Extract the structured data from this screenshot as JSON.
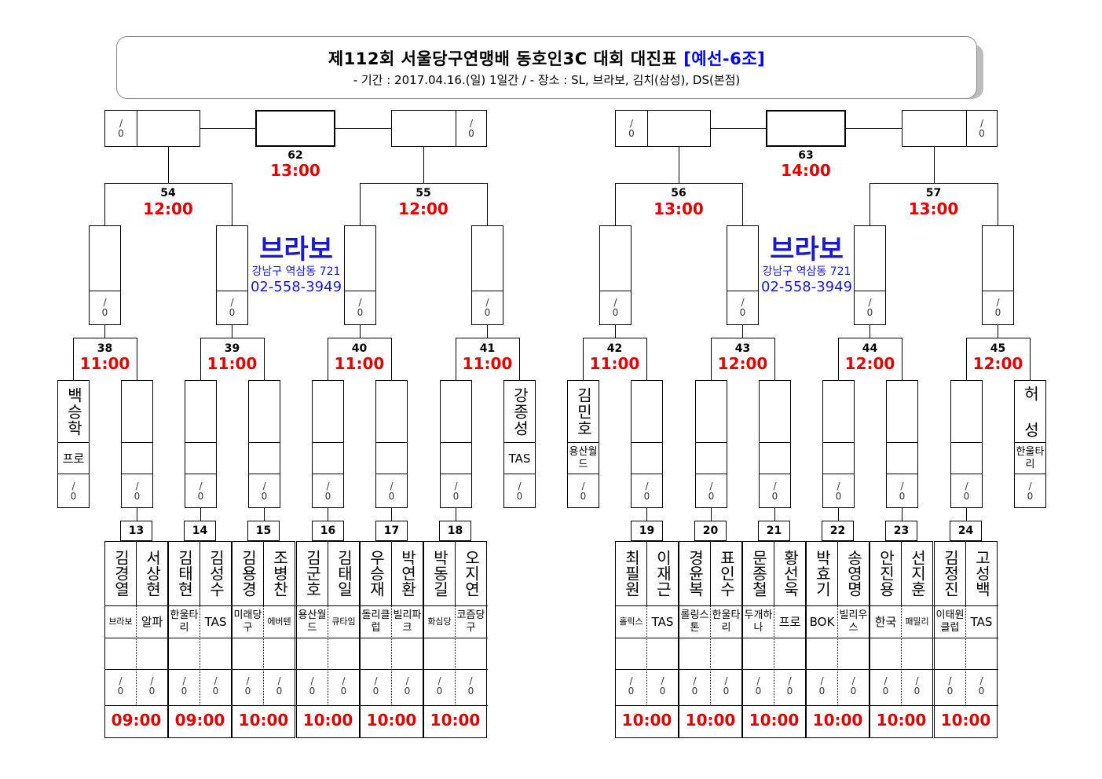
{
  "header": {
    "title_main": "제112회 서울당구연맹배 동호인3C 대회 대진표",
    "title_tag": "[예선-6조]",
    "subtitle": "- 기간 : 2017.04.16.(일) 1일간 / - 장소 : SL, 브라보, 김치(삼성), DS(본점)"
  },
  "score_placeholder": "/ 0",
  "venues": [
    {
      "name": "브라보",
      "address": "강남구 역삼동 721",
      "phone": "02-558-3949"
    },
    {
      "name": "브라보",
      "address": "강남구 역삼동 721",
      "phone": "02-558-3949"
    }
  ],
  "finals": [
    {
      "match": "62",
      "time": "13:00"
    },
    {
      "match": "63",
      "time": "14:00"
    }
  ],
  "semis": [
    {
      "match": "54",
      "time": "12:00"
    },
    {
      "match": "55",
      "time": "12:00"
    },
    {
      "match": "56",
      "time": "13:00"
    },
    {
      "match": "57",
      "time": "13:00"
    }
  ],
  "quarters": [
    {
      "match": "38",
      "time": "11:00"
    },
    {
      "match": "39",
      "time": "11:00"
    },
    {
      "match": "40",
      "time": "11:00"
    },
    {
      "match": "41",
      "time": "11:00"
    },
    {
      "match": "42",
      "time": "11:00"
    },
    {
      "match": "43",
      "time": "12:00"
    },
    {
      "match": "44",
      "time": "12:00"
    },
    {
      "match": "45",
      "time": "12:00"
    }
  ],
  "seeds": [
    {
      "name": "백승학",
      "club": "프로"
    },
    {
      "name": "강종성",
      "club": "TAS"
    },
    {
      "name": "김민호",
      "club": "용산월드"
    },
    {
      "name": "허 성",
      "club": "한울타리"
    }
  ],
  "first_round": [
    {
      "match": "13",
      "time": "09:00",
      "p1": {
        "name": "김경열",
        "club": "브라보"
      },
      "p2": {
        "name": "서상현",
        "club": "알파"
      }
    },
    {
      "match": "14",
      "time": "09:00",
      "p1": {
        "name": "김태현",
        "club": "한울타리"
      },
      "p2": {
        "name": "김성수",
        "club": "TAS"
      }
    },
    {
      "match": "15",
      "time": "10:00",
      "p1": {
        "name": "김용경",
        "club": "미래당구"
      },
      "p2": {
        "name": "조병찬",
        "club": "에버텐"
      }
    },
    {
      "match": "16",
      "time": "10:00",
      "p1": {
        "name": "김군호",
        "club": "용산월드"
      },
      "p2": {
        "name": "김태일",
        "club": "큐타임"
      }
    },
    {
      "match": "17",
      "time": "10:00",
      "p1": {
        "name": "우승재",
        "club": "돌리클럽"
      },
      "p2": {
        "name": "박연환",
        "club": "빌리파크"
      }
    },
    {
      "match": "18",
      "time": "10:00",
      "p1": {
        "name": "박동길",
        "club": "화심당"
      },
      "p2": {
        "name": "오지연",
        "club": "코즘당구"
      }
    },
    {
      "match": "19",
      "time": "10:00",
      "p1": {
        "name": "최필원",
        "club": "홀릭스"
      },
      "p2": {
        "name": "이재근",
        "club": "TAS"
      }
    },
    {
      "match": "20",
      "time": "10:00",
      "p1": {
        "name": "경윤복",
        "club": "롤링스톤"
      },
      "p2": {
        "name": "표인수",
        "club": "한울타리"
      }
    },
    {
      "match": "21",
      "time": "10:00",
      "p1": {
        "name": "문종철",
        "club": "두개하나"
      },
      "p2": {
        "name": "황선욱",
        "club": "프로"
      }
    },
    {
      "match": "22",
      "time": "10:00",
      "p1": {
        "name": "박효기",
        "club": "BOK"
      },
      "p2": {
        "name": "송영명",
        "club": "빌리우스"
      }
    },
    {
      "match": "23",
      "time": "10:00",
      "p1": {
        "name": "안진용",
        "club": "한국"
      },
      "p2": {
        "name": "선지훈",
        "club": "패밀리"
      }
    },
    {
      "match": "24",
      "time": "10:00",
      "p1": {
        "name": "김정진",
        "club": "이태원클럽"
      },
      "p2": {
        "name": "고성백",
        "club": "TAS"
      }
    }
  ]
}
